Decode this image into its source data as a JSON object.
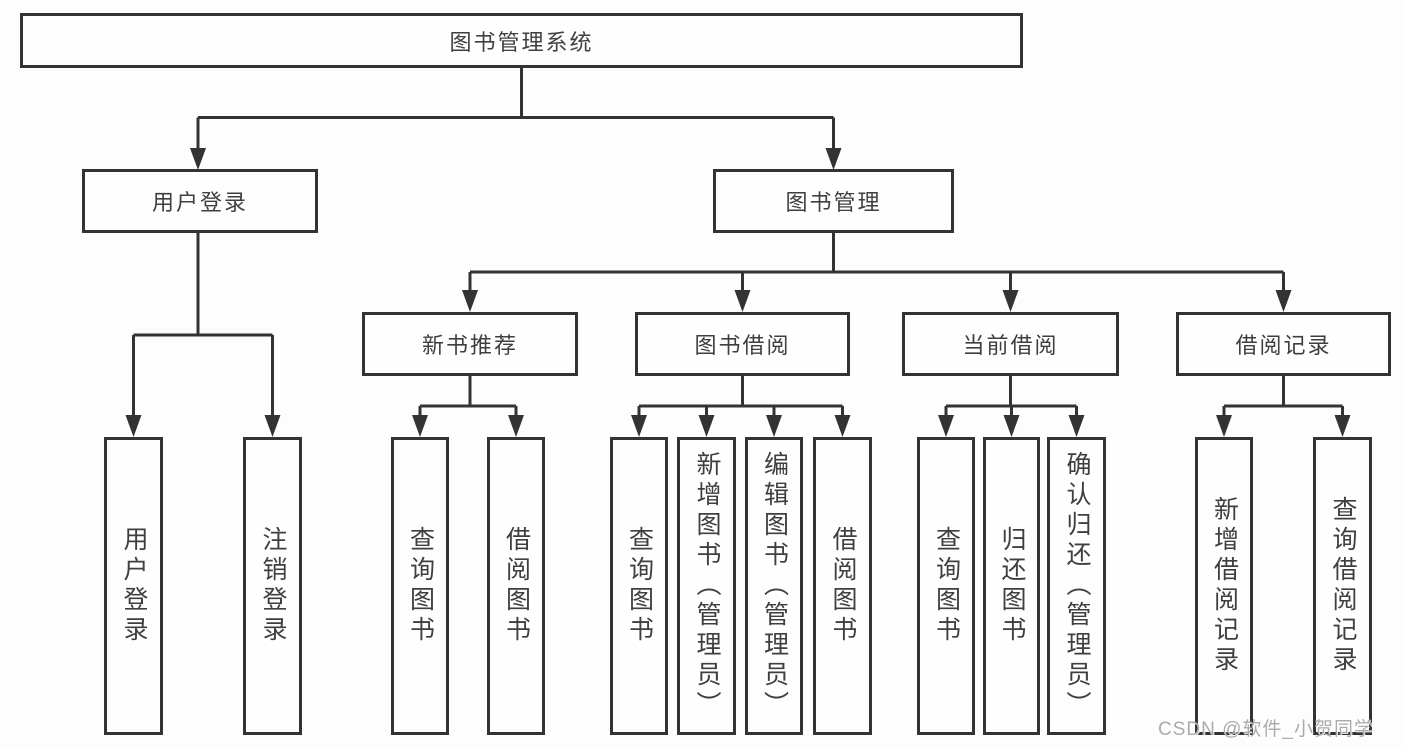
{
  "title": "图书管理系统",
  "level2": [
    "用户登录",
    "图书管理"
  ],
  "level3": [
    "新书推荐",
    "图书借阅",
    "当前借阅",
    "借阅记录"
  ],
  "leaves": {
    "login": [
      "用户登录",
      "注销登录"
    ],
    "recommend": [
      "查询图书",
      "借阅图书"
    ],
    "borrow": [
      "查询图书",
      "新增图书（管理员）",
      "编辑图书（管理员）",
      "借阅图书"
    ],
    "current": [
      "查询图书",
      "归还图书",
      "确认归还（管理员）"
    ],
    "record": [
      "新增借阅记录",
      "查询借阅记录"
    ]
  },
  "watermark": "CSDN @软件_小贺同学",
  "colors": {
    "line": "#333333",
    "text": "#3f3f3f",
    "background": "#fdfdfd",
    "watermark": "#ababab"
  }
}
